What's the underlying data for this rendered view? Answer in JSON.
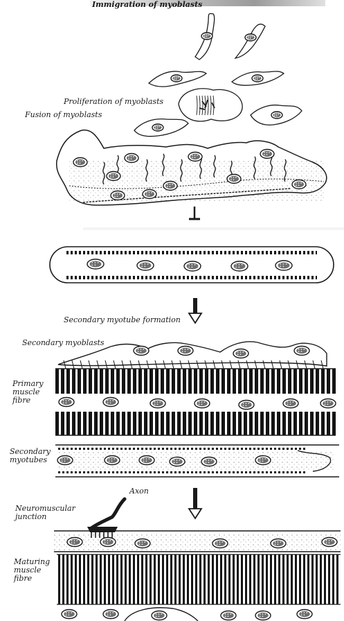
{
  "labels": {
    "immigration": "Immigration of myoblasts",
    "proliferation": "Proliferation of myoblasts",
    "fusion": "Fusion of myoblasts",
    "secondary_formation": "Secondary myotube formation",
    "secondary_myoblasts": "Secondary myoblasts",
    "primary_fibre_l1": "Primary",
    "primary_fibre_l2": "muscle",
    "primary_fibre_l3": "fibre",
    "secondary_myotubes_l1": "Secondary",
    "secondary_myotubes_l2": "myotubes",
    "axon": "Axon",
    "nmj_l1": "Neuromuscular",
    "nmj_l2": "junction",
    "maturing_l1": "Maturing",
    "maturing_l2": "muscle",
    "maturing_l3": "fibre"
  },
  "colors": {
    "ink": "#1a1a1a",
    "paper": "#ffffff",
    "nucleus_fill": "#6e6e6e"
  }
}
